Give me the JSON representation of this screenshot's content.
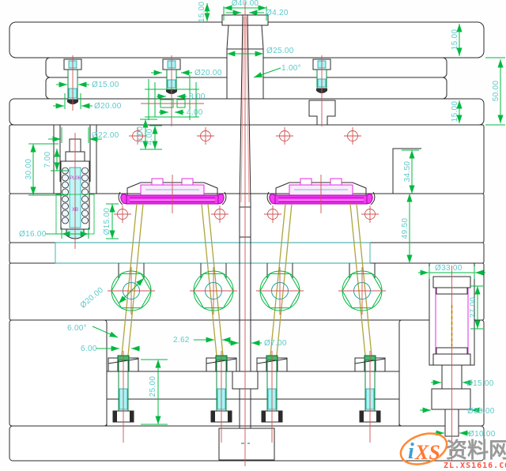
{
  "drawing": {
    "type": "injection-mold-assembly-section",
    "colors": {
      "outline": "#2b2b2b",
      "dim_line": "#00b840",
      "dim_text": "#5ec8c8",
      "part_magenta": "#f23cf2",
      "lifter_olive": "#b0a43c",
      "centerline_red": "#d05050",
      "spring_cyan": "#a8f4f4",
      "dashed_yellow": "#d8c520"
    },
    "dims": {
      "t40": "Ø40.00",
      "t42": "Ø4.20",
      "t15": "15.00",
      "t25": "Ø25.00",
      "a1": "1.00°",
      "b1d15": "Ø15.00",
      "b1d20": "Ø20.00",
      "b2d20": "Ø20.00",
      "b2d8": "8.00",
      "b2d4": "4.00",
      "v8": "8.00",
      "v4": "4.00",
      "l22": "Ø22.00",
      "l30": "30.00",
      "l7": "7.00",
      "l16": "Ø16.00",
      "l15": "Ø15.00",
      "r15a": "15.00",
      "r50": "50.00",
      "r15b": "15.00",
      "r3450": "34.50",
      "r4950": "49.50",
      "ang6": "6.00°",
      "s6": "6.00",
      "s262": "2.62",
      "s7": "Ø7.00",
      "rot20": "Ø20.00",
      "v25": "25.00",
      "p33": "Ø33.00",
      "p27": "27.00",
      "p15": "Ø15.00",
      "p30": "Ø30.00",
      "p10": "Ø10.00"
    },
    "notes": {
      "plug_top": "PL06",
      "plug_bottom": "XB"
    }
  },
  "watermark": {
    "logo_i": "i",
    "logo_xs": "XS",
    "site_name": "资料网",
    "site_url": "ZL.XS1616.COM"
  }
}
